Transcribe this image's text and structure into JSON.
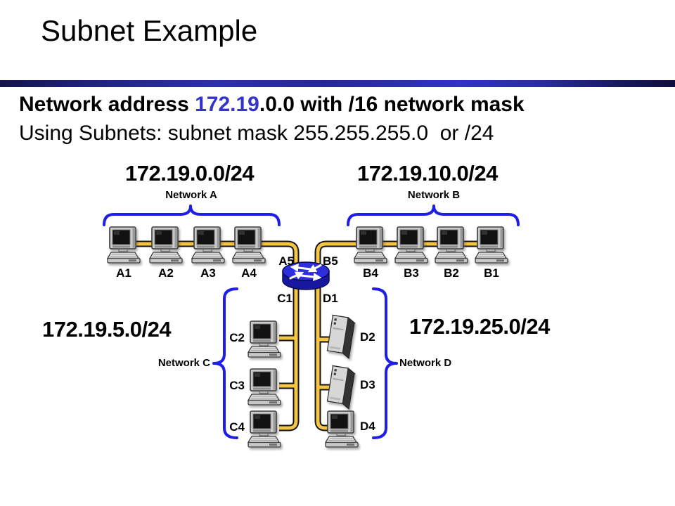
{
  "slide": {
    "title": "Subnet Example",
    "line1_prefix": "Network address ",
    "line1_highlight": "172.19",
    "line1_suffix": ".0.0 with /16 network mask",
    "line2": "Using Subnets: subnet mask 255.255.255.0  or /24"
  },
  "diagram": {
    "subnets": {
      "a": {
        "cidr": "172.19.0.0/24",
        "name": "Network A"
      },
      "b": {
        "cidr": "172.19.10.0/24",
        "name": "Network B"
      },
      "c": {
        "cidr": "172.19.5.0/24",
        "name": "Network C"
      },
      "d": {
        "cidr": "172.19.25.0/24",
        "name": "Network D"
      }
    },
    "ports": {
      "a": "A5",
      "b": "B5",
      "c": "C1",
      "d": "D1"
    },
    "hosts": {
      "a": [
        "A1",
        "A2",
        "A3",
        "A4"
      ],
      "b": [
        "B4",
        "B3",
        "B2",
        "B1"
      ],
      "c": [
        "C2",
        "C3",
        "C4"
      ],
      "d": [
        "D2",
        "D3",
        "D4"
      ]
    },
    "colors": {
      "wire": "#F5C544",
      "wire_outline": "#141414",
      "brace": "#1E1EE6",
      "router_top": "#2E2EDC",
      "router_body": "#17179F",
      "router_outline": "#0A0A55",
      "highlight": "#3333CC"
    }
  }
}
